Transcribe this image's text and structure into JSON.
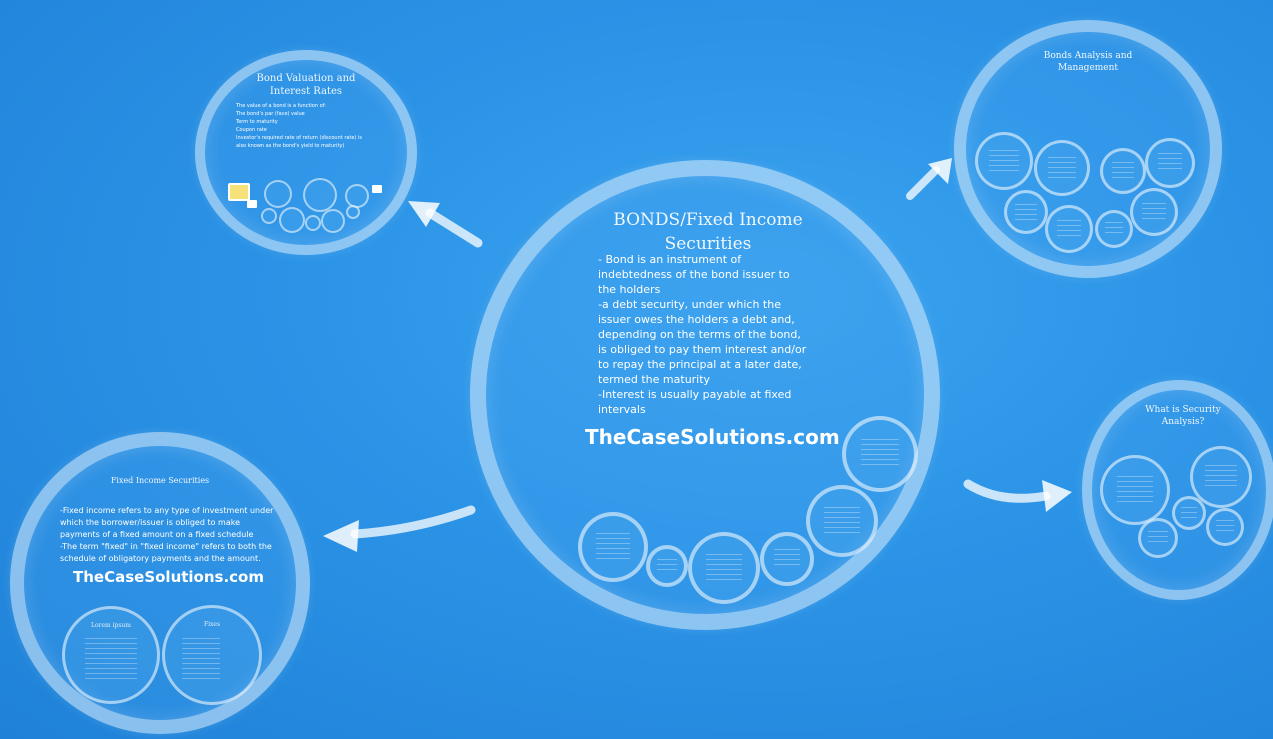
{
  "center": {
    "title": "BONDS/Fixed Income Securities",
    "lines": [
      "- Bond is an instrument of",
      "indebtedness of the bond issuer to",
      "the holders",
      "-a debt security, under which the",
      "issuer owes the holders a debt and,",
      "depending on the terms of the bond,",
      "is obliged to pay them interest and/or",
      "to repay the principal at a later date,",
      "termed the maturity",
      "-Interest is usually payable at fixed",
      "intervals"
    ],
    "brand": "TheCaseSolutions.com"
  },
  "valuation": {
    "title_line1": "Bond Valuation and",
    "title_line2": "Interest Rates",
    "lines": [
      "The value of a bond is a function of:",
      "The bond's par (face) value",
      "Term to maturity",
      "Coupon rate",
      "Investor's required rate of return (discount rate) is",
      "also known as the bond's yield to maturity)"
    ]
  },
  "analysis": {
    "title_line1": "Bonds Analysis and",
    "title_line2": "Management"
  },
  "security": {
    "title_line1": "What is Security",
    "title_line2": "Analysis?"
  },
  "fixed": {
    "title": "Fixed Income Securities",
    "lines": [
      "-Fixed income refers to any type of investment under",
      "which the borrower/issuer is obliged to make",
      "payments of a fixed amount on a fixed schedule",
      "-The term \"fixed\" in \"fixed income\" refers to both the",
      "schedule of obligatory payments and the amount."
    ],
    "brand": "TheCaseSolutions.com",
    "bubble_left": "Lorem ipsum",
    "bubble_right": "Fixes"
  },
  "colors": {
    "background": "#2b93e6",
    "ring": "#ffffff"
  }
}
